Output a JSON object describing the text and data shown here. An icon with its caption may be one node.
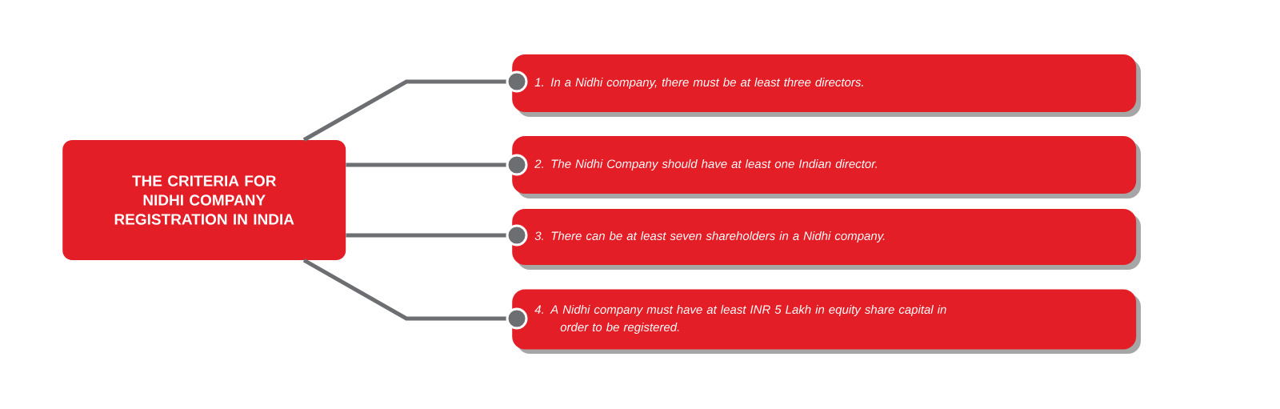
{
  "diagram": {
    "nodes": [
      {
        "text": [
          "THE CRITERIA FOR NIDHI COMPANY REGISTRATION IN INDIA"
        ]
      },
      {
        "text": [
          "1. In a Nidhi company, there must be at least three directors."
        ]
      },
      {
        "text": [
          "2. The Nidhi Company should have at least one Indian director."
        ]
      },
      {
        "text": [
          "3. There can be at least seven shareholders in a Nidhi company."
        ]
      },
      {
        "text": [
          "4. A Nidhi company must have at least INR 5 Lakh in equity share capital in order to be registered."
        ]
      }
    ],
    "edges": [
      {
        "from": 0,
        "to": 1,
        "arrow": "other"
      },
      {
        "from": 0,
        "to": 2,
        "arrow": "other"
      },
      {
        "from": 0,
        "to": 3,
        "arrow": "other"
      },
      {
        "from": 0,
        "to": 4,
        "arrow": "other"
      }
    ]
  }
}
